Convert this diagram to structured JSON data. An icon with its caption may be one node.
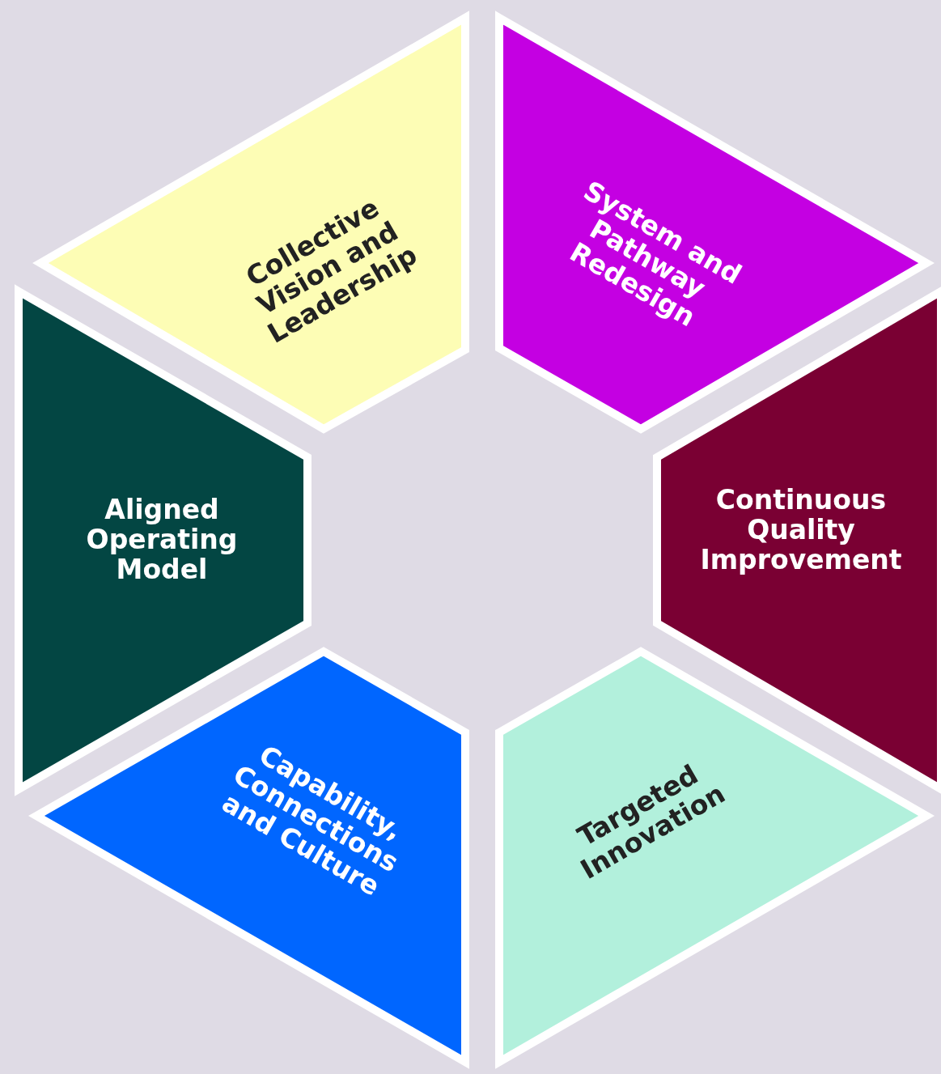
{
  "diagram": {
    "nodes": [
      {
        "text": [
          "Collective Vision and Leadership"
        ]
      },
      {
        "text": [
          "System and Pathway Redesign"
        ]
      },
      {
        "text": [
          "Aligned Operating Model"
        ]
      },
      {
        "text": [
          "Continuous Quality Improvement"
        ]
      },
      {
        "text": [
          "Capability, Connections and Culture"
        ]
      },
      {
        "text": [
          "Targeted Innovation"
        ]
      }
    ]
  }
}
